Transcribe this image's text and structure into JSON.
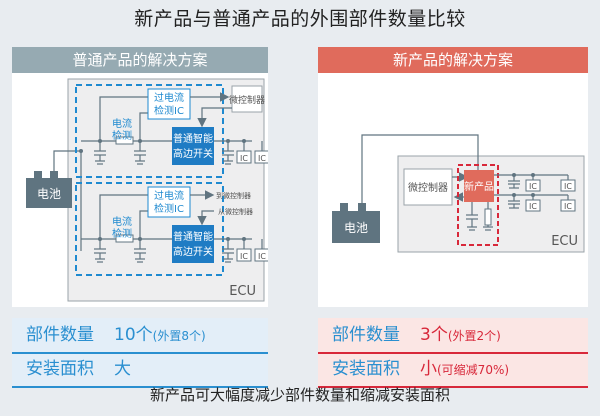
{
  "title": "新产品与普通产品的外围部件数量比较",
  "left_panel": {
    "header": "普通产品的解决方案",
    "battery": "电池",
    "ecu": "ECU",
    "current_sense": [
      "电流",
      "检测"
    ],
    "overcurrent_ic": [
      "过电流",
      "检测IC"
    ],
    "microcontroller": "微控制器",
    "high_side_switch": [
      "普通智能",
      "高边开关"
    ],
    "ic": "IC",
    "to_mcu": "到微控制器",
    "from_mcu": "从微控制器",
    "metrics": {
      "parts_label": "部件数量",
      "parts_value": "10个",
      "parts_note": "(外置8个)",
      "area_label": "安装面积",
      "area_value": "大",
      "area_note": ""
    }
  },
  "right_panel": {
    "header": "新产品的解决方案",
    "battery": "电池",
    "ecu": "ECU",
    "microcontroller": "微控制器",
    "new_product": "新产品",
    "ic": "IC",
    "metrics": {
      "parts_label": "部件数量",
      "parts_value": "3个",
      "parts_note": "(外置2个)",
      "area_label": "安装面积",
      "area_value": "小",
      "area_note": "(可缩减70%)"
    }
  },
  "footer": "新产品可大幅度减少部件数量和缩减安装面积",
  "colors": {
    "conventional_accent": "#2a8fd0",
    "new_accent": "#d8283a",
    "left_header": "#96aab2",
    "right_header": "#e06b5c",
    "switch_fill": "#1f7cc4",
    "new_product_fill": "#e06b5c",
    "battery_fill": "#5f7480"
  }
}
